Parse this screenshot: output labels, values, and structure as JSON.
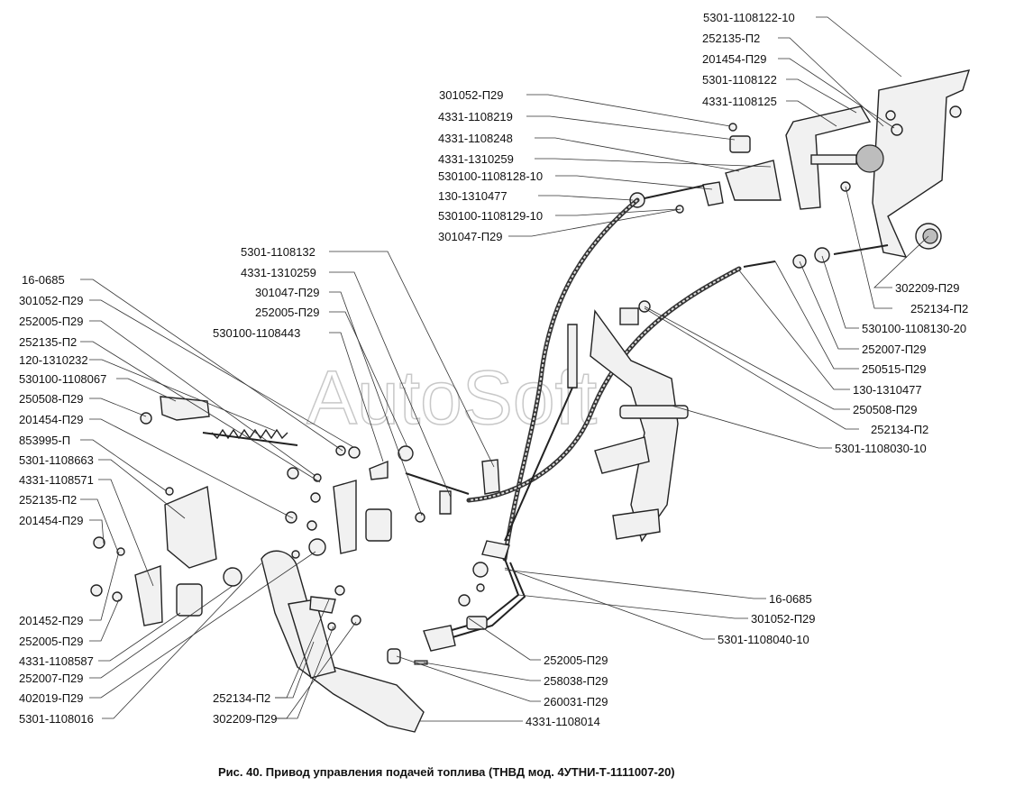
{
  "watermark": "AutoSoft",
  "caption": "Рис. 40. Привод управления подачей топлива (ТНВД мод. 4УТНИ-Т-1111007-20)",
  "labels": {
    "tr1": "5301-1108122-10",
    "tr2": "252135-П2",
    "tr3": "201454-П29",
    "tr4": "5301-1108122",
    "tr5": "4331-1108125",
    "tc1": "301052-П29",
    "tc2": "4331-1108219",
    "tc3": "4331-1108248",
    "tc4": "4331-1310259",
    "tc5": "530100-1108128-10",
    "tc6": "130-1310477",
    "tc7": "530100-1108129-10",
    "tc8": "301047-П29",
    "mc1": "5301-1108132",
    "mc2": "4331-1310259",
    "mc3": "301047-П29",
    "mc4": "252005-П29",
    "mc5": "530100-1108443",
    "l1": "16-0685",
    "l2": "301052-П29",
    "l3": "252005-П29",
    "l4": "252135-П2",
    "l5": "120-1310232",
    "l6": "530100-1108067",
    "l7": "250508-П29",
    "l8": "201454-П29",
    "l9": "853995-П",
    "l10": "5301-1108663",
    "l11": "4331-1108571",
    "l12": "252135-П2",
    "l13": "201454-П29",
    "bl1": "201452-П29",
    "bl2": "252005-П29",
    "bl3": "4331-1108587",
    "bl4": "252007-П29",
    "bl5": "402019-П29",
    "bl6": "5301-1108016",
    "bc1": "252134-П2",
    "bc2": "302209-П29",
    "r1": "302209-П29",
    "r2": "252134-П2",
    "r3": "530100-1108130-20",
    "r4": "252007-П29",
    "r5": "250515-П29",
    "r6": "130-1310477",
    "r7": "250508-П29",
    "r8": "252134-П2",
    "r9": "5301-1108030-10",
    "br1": "16-0685",
    "br2": "301052-П29",
    "br3": "5301-1108040-10",
    "br4": "252005-П29",
    "br5": "258038-П29",
    "br6": "260031-П29",
    "br7": "4331-1108014"
  }
}
